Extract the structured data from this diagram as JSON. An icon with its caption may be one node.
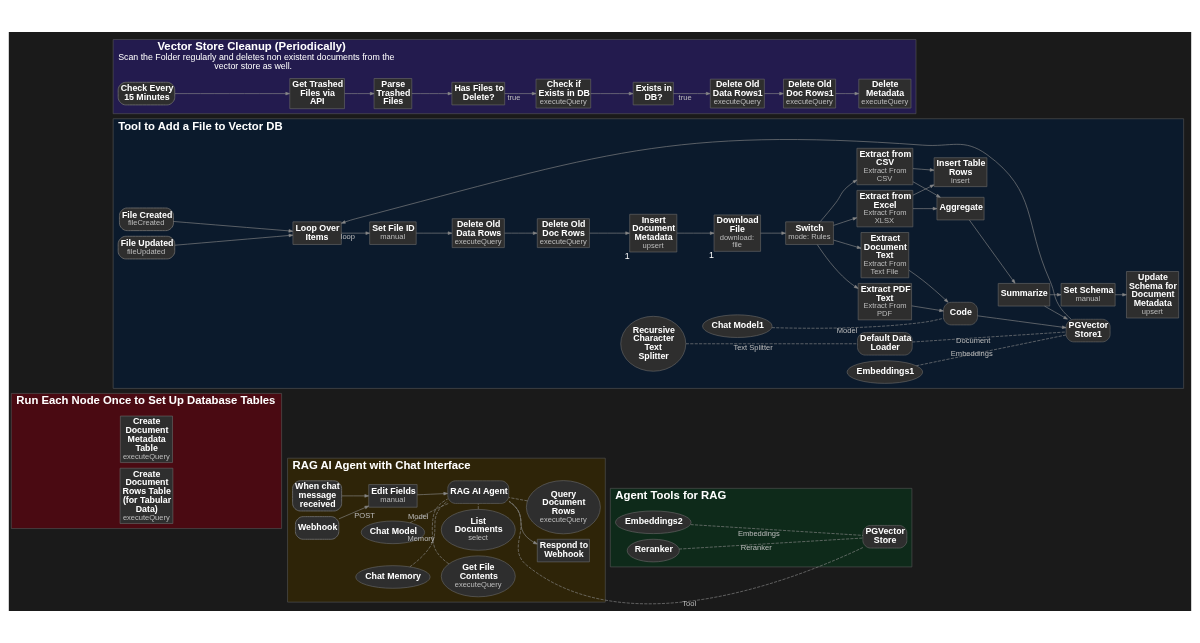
{
  "diagram": {
    "nodes": [
      {
        "text": [
          "Run Each Node Once to Set Up Database Tables"
        ]
      },
      {
        "text": [
          "Create Document Metadata Table",
          "executeQuery"
        ],
        "in": 0
      },
      {
        "text": [
          "Create Document Rows Table (for Tabular Data)",
          "executeQuery"
        ],
        "in": 0
      },
      {
        "text": [
          "RAG AI Agent with Chat Interface"
        ]
      },
      {
        "text": [
          "When chat message received"
        ],
        "in": 3
      },
      {
        "text": [
          "Webhook"
        ],
        "in": 3
      },
      {
        "text": [
          "Edit Fields",
          "manual"
        ],
        "in": 3
      },
      {
        "text": [
          "RAG AI Agent"
        ],
        "in": 3
      },
      {
        "text": [
          "Respond to Webhook"
        ],
        "in": 3
      },
      {
        "text": [
          "Chat Model"
        ],
        "in": 3
      },
      {
        "text": [
          "Chat Memory"
        ],
        "in": 3
      },
      {
        "text": [
          "List Documents",
          "select"
        ],
        "in": 3
      },
      {
        "text": [
          "Get File Contents",
          "executeQuery"
        ],
        "in": 3
      },
      {
        "text": [
          "Query Document Rows",
          "executeQuery"
        ],
        "in": 3
      },
      {
        "text": [
          "Agent Tools for RAG"
        ]
      },
      {
        "text": [
          "PGVector Store"
        ],
        "in": 14
      },
      {
        "text": [
          "Embeddings2"
        ],
        "in": 14
      },
      {
        "text": [
          "Reranker"
        ],
        "in": 14
      },
      {
        "text": [
          "Tool to Add a File to Vector DB"
        ]
      },
      {
        "text": [
          "File Created",
          "fileCreated"
        ],
        "in": 18
      },
      {
        "text": [
          "File Updated",
          "fileUpdated"
        ],
        "in": 18
      },
      {
        "text": [
          "Loop Over Items"
        ],
        "in": 18
      },
      {
        "text": [
          "Set File ID",
          "manual"
        ],
        "in": 18
      },
      {
        "text": [
          "Delete Old Data Rows",
          "executeQuery"
        ],
        "in": 18
      },
      {
        "text": [
          "Delete Old Doc Rows",
          "executeQuery"
        ],
        "in": 18
      },
      {
        "text": [
          "Insert Document Metadata",
          "upsert"
        ],
        "beside": [
          "1"
        ],
        "in": 18
      },
      {
        "text": [
          "Download File",
          "download: file"
        ],
        "beside": [
          "1"
        ],
        "in": 18
      },
      {
        "text": [
          "Switch",
          "mode: Rules"
        ],
        "in": 18
      },
      {
        "text": [
          "Extract from Excel",
          "Extract From XLSX"
        ],
        "in": 18
      },
      {
        "text": [
          "Extract from CSV",
          "Extract From CSV"
        ],
        "in": 18
      },
      {
        "text": [
          "Extract PDF Text",
          "Extract From PDF"
        ],
        "in": 18
      },
      {
        "text": [
          "Extract Document Text",
          "Extract From Text File"
        ],
        "in": 18
      },
      {
        "text": [
          "Aggregate"
        ],
        "in": 18
      },
      {
        "text": [
          "Insert Table Rows",
          "insert"
        ],
        "in": 18
      },
      {
        "text": [
          "Summarize"
        ],
        "in": 18
      },
      {
        "text": [
          "Code"
        ],
        "in": 18
      },
      {
        "text": [
          "Chat Model1"
        ],
        "in": 18
      },
      {
        "text": [
          "Set Schema",
          "manual"
        ],
        "in": 18
      },
      {
        "text": [
          "Update Schema for Document Metadata",
          "upsert"
        ],
        "in": 18
      },
      {
        "text": [
          "PGVector Store1"
        ],
        "in": 18
      },
      {
        "text": [
          "Embeddings1"
        ],
        "in": 18
      },
      {
        "text": [
          "Default Data Loader"
        ],
        "in": 18
      },
      {
        "text": [
          "Recursive Character Text Splitter"
        ],
        "in": 18
      },
      {
        "text": [
          "Vector Store Cleanup (Periodically)",
          "Scan the Folder regularly and deletes non existent documents from the vector store as well."
        ]
      },
      {
        "text": [
          "Check Every 15 Minutes"
        ],
        "in": 43
      },
      {
        "text": [
          "Get Trashed Files via API"
        ],
        "in": 43
      },
      {
        "text": [
          "Parse Trashed Files"
        ],
        "in": 43
      },
      {
        "text": [
          "Has Files to Delete?"
        ],
        "in": 43
      },
      {
        "text": [
          "Check if Exists in DB",
          "executeQuery"
        ],
        "in": 43
      },
      {
        "text": [
          "Exists in DB?"
        ],
        "in": 43
      },
      {
        "text": [
          "Delete Old Data Rows1",
          "executeQuery"
        ],
        "in": 43
      },
      {
        "text": [
          "Delete Old Doc Rows1",
          "executeQuery"
        ],
        "in": 43
      },
      {
        "text": [
          "Delete Metadata",
          "executeQuery"
        ],
        "in": 43
      }
    ],
    "edges": [
      {
        "from": 4,
        "to": 6,
        "arrow": "to"
      },
      {
        "from": 5,
        "to": 6,
        "arrow": "to",
        "label": "POST"
      },
      {
        "from": 6,
        "to": 7,
        "arrow": "to"
      },
      {
        "from": 7,
        "to": 8,
        "arrow": "to"
      },
      {
        "from": 9,
        "to": 7,
        "arrow": "none",
        "style": "dashed",
        "label": "Model"
      },
      {
        "from": 10,
        "to": 7,
        "arrow": "none",
        "style": "dashed",
        "label": "Memory"
      },
      {
        "from": 11,
        "to": 7,
        "arrow": "none",
        "style": "dashed"
      },
      {
        "from": 12,
        "to": 7,
        "arrow": "none",
        "style": "dashed"
      },
      {
        "from": 13,
        "to": 7,
        "arrow": "none",
        "style": "dashed"
      },
      {
        "from": 15,
        "to": 7,
        "arrow": "none",
        "style": "dashed",
        "label": "Tool"
      },
      {
        "from": 16,
        "to": 15,
        "arrow": "none",
        "style": "dashed",
        "label": "Embeddings"
      },
      {
        "from": 17,
        "to": 15,
        "arrow": "none",
        "style": "dashed",
        "label": "Reranker"
      },
      {
        "from": 19,
        "to": 21,
        "arrow": "to"
      },
      {
        "from": 20,
        "to": 21,
        "arrow": "to"
      },
      {
        "from": 21,
        "to": 22,
        "arrow": "to",
        "label": "loop"
      },
      {
        "from": 22,
        "to": 23,
        "arrow": "to"
      },
      {
        "from": 23,
        "to": 24,
        "arrow": "to"
      },
      {
        "from": 24,
        "to": 25,
        "arrow": "to"
      },
      {
        "from": 25,
        "to": 26,
        "arrow": "to"
      },
      {
        "from": 26,
        "to": 27,
        "arrow": "to"
      },
      {
        "from": 27,
        "to": 28,
        "arrow": "to"
      },
      {
        "from": 27,
        "to": 29,
        "arrow": "to"
      },
      {
        "from": 27,
        "to": 30,
        "arrow": "to"
      },
      {
        "from": 27,
        "to": 31,
        "arrow": "to"
      },
      {
        "from": 28,
        "to": 32,
        "arrow": "to"
      },
      {
        "from": 28,
        "to": 33,
        "arrow": "to"
      },
      {
        "from": 29,
        "to": 32,
        "arrow": "to"
      },
      {
        "from": 29,
        "to": 33,
        "arrow": "to"
      },
      {
        "from": 32,
        "to": 34,
        "arrow": "to"
      },
      {
        "from": 34,
        "to": 37,
        "arrow": "to"
      },
      {
        "from": 34,
        "to": 39,
        "arrow": "to"
      },
      {
        "from": 37,
        "to": 38,
        "arrow": "to"
      },
      {
        "from": 30,
        "to": 35,
        "arrow": "to"
      },
      {
        "from": 31,
        "to": 35,
        "arrow": "to"
      },
      {
        "from": 35,
        "to": 39,
        "arrow": "to"
      },
      {
        "from": 39,
        "to": 21,
        "arrow": "to"
      },
      {
        "from": 36,
        "to": 35,
        "arrow": "none",
        "style": "dashed",
        "label": "Model"
      },
      {
        "from": 40,
        "to": 39,
        "arrow": "none",
        "style": "dashed",
        "label": "Embeddings"
      },
      {
        "from": 41,
        "to": 39,
        "arrow": "none",
        "style": "dashed",
        "label": "Document"
      },
      {
        "from": 42,
        "to": 41,
        "arrow": "none",
        "style": "dashed",
        "label": "Text Splitter"
      },
      {
        "from": 44,
        "to": 45,
        "arrow": "to"
      },
      {
        "from": 45,
        "to": 46,
        "arrow": "to"
      },
      {
        "from": 46,
        "to": 47,
        "arrow": "to"
      },
      {
        "from": 47,
        "to": 48,
        "arrow": "to",
        "label": "true"
      },
      {
        "from": 48,
        "to": 49,
        "arrow": "to"
      },
      {
        "from": 49,
        "to": 50,
        "arrow": "to",
        "label": "true"
      },
      {
        "from": 50,
        "to": 51,
        "arrow": "to"
      },
      {
        "from": 51,
        "to": 52,
        "arrow": "to"
      }
    ]
  }
}
